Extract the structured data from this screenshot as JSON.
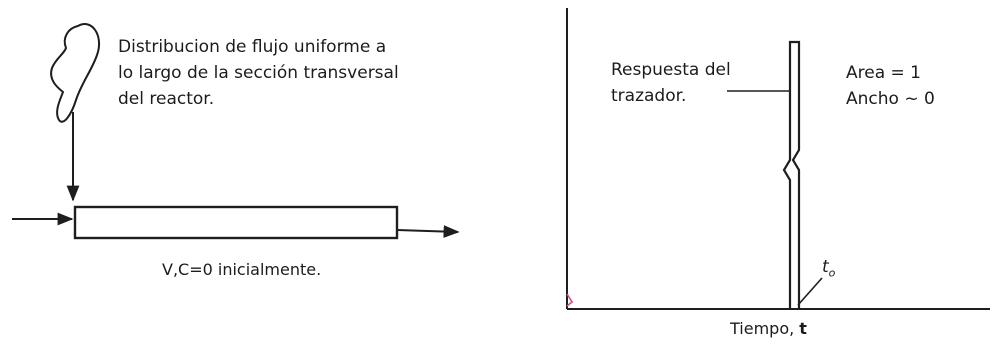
{
  "left_panel": {
    "note_lines": [
      "Distribucion de flujo uniforme a",
      "lo largo de la sección transversal",
      "del reactor."
    ],
    "reactor_label": "V,C=0 inicialmente."
  },
  "right_panel": {
    "response_label_lines": [
      "Respuesta del",
      "trazador."
    ],
    "area_label": "Area = 1",
    "width_label": "Ancho ~ 0",
    "t0_symbol": "t",
    "t0_subscript": "o",
    "x_axis_label": "Tiempo,",
    "x_axis_variable": "t"
  },
  "colors": {
    "line": "#1e1e1e",
    "text": "#1c1c1c",
    "axis_corner_mark": "#d04a8a"
  }
}
